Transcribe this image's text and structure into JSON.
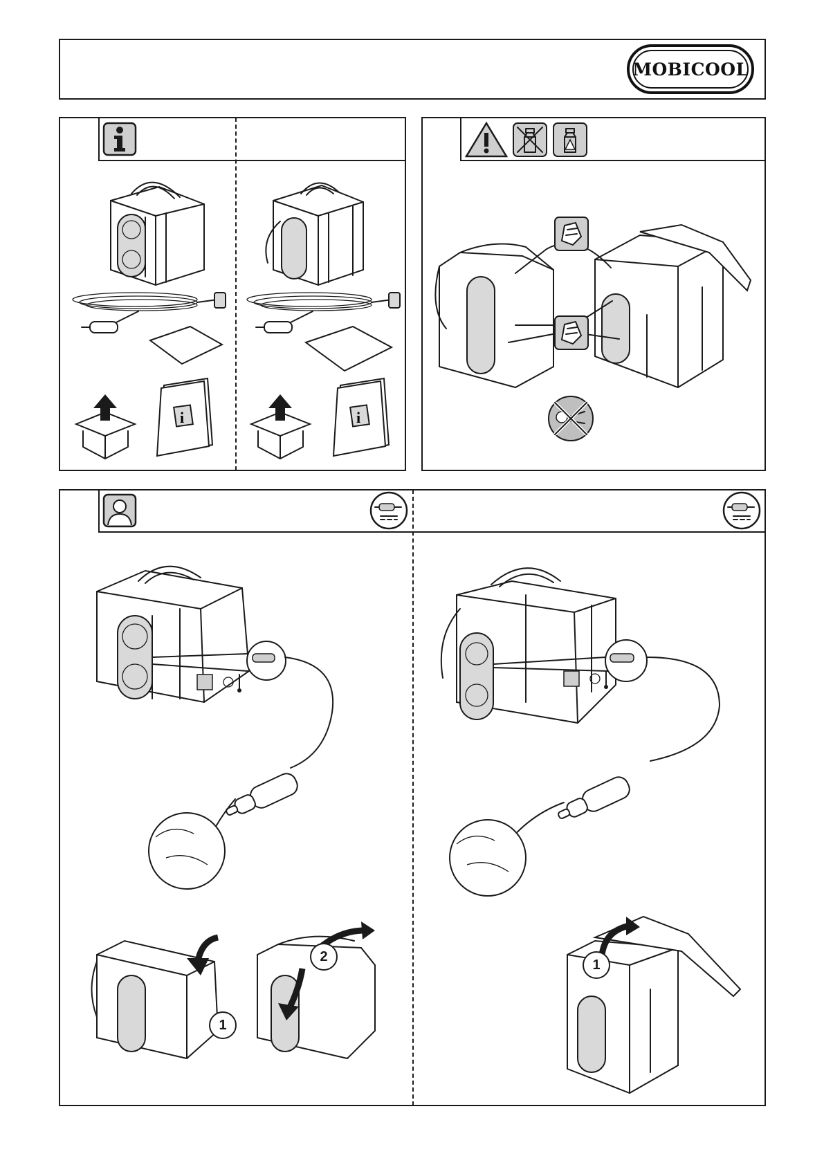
{
  "header": {
    "brand": "MOBICOOL"
  },
  "icons": {
    "info": "info-icon",
    "warning": "warning-triangle-icon",
    "no_spray": "no-chemical-spray-icon",
    "caution_spray": "caution-spray-icon",
    "wipe": "wipe-cloth-icon",
    "no_dishwasher": "no-dishwasher-icon",
    "user": "user-icon",
    "dc_plug": "dc-plug-icon"
  },
  "steps": {
    "open_lid_1": "1",
    "open_lid_2": "2",
    "open_lid_right": "1"
  },
  "colors": {
    "line": "#1a1a1a",
    "icon_fill": "#cfcfcf",
    "panel_bg": "#ffffff"
  }
}
